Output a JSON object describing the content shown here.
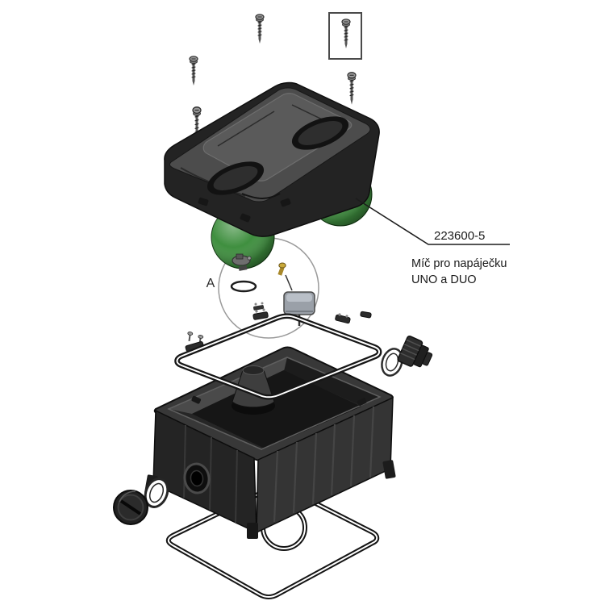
{
  "figure": {
    "detail_label": "A",
    "callout": {
      "part_number": "223600-5",
      "description_line1": "Míč pro napáječku",
      "description_line2": "UNO a DUO"
    },
    "colors": {
      "background": "#ffffff",
      "ball_green": "#3f8f3f",
      "plastic_dark": "#262626",
      "outline": "#1a1a1a"
    }
  }
}
